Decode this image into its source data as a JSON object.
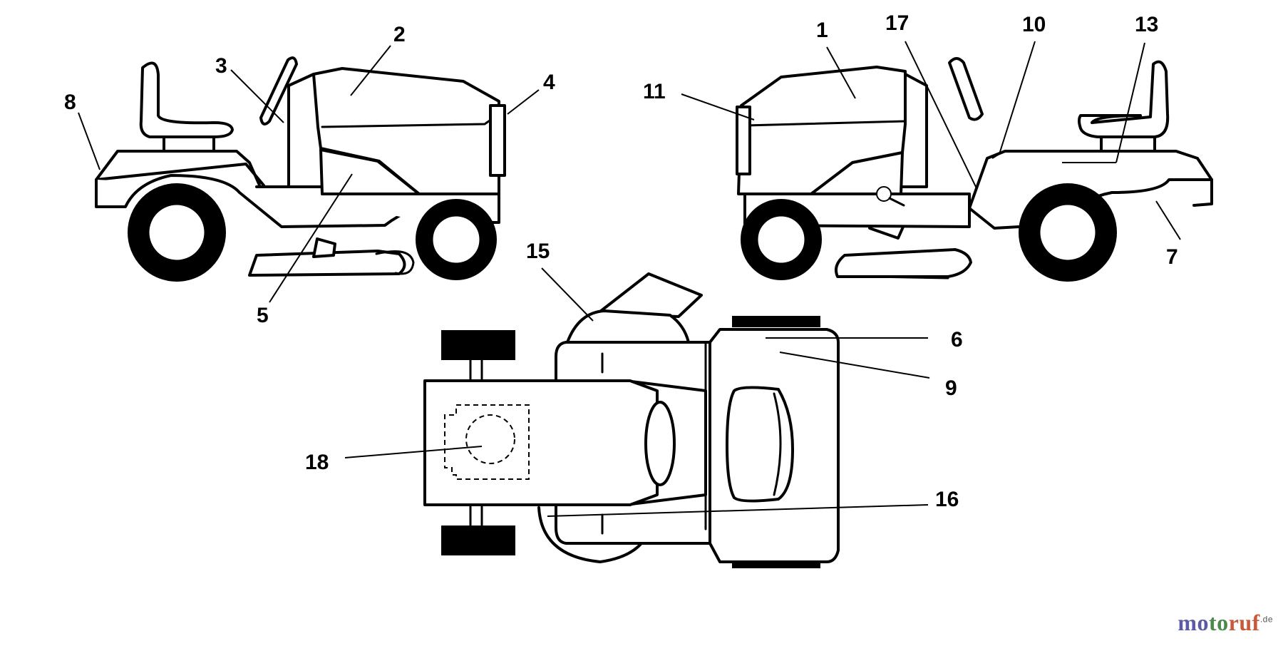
{
  "diagram": {
    "callouts": {
      "c1": "1",
      "c2": "2",
      "c3": "3",
      "c4": "4",
      "c5": "5",
      "c6": "6",
      "c7": "7",
      "c8": "8",
      "c9": "9",
      "c10": "10",
      "c11": "11",
      "c13": "13",
      "c15": "15",
      "c16": "16",
      "c17": "17",
      "c18": "18"
    }
  },
  "watermark": {
    "part1": "mo",
    "part2": "to",
    "part3": "ruf",
    "suffix": ".de"
  }
}
